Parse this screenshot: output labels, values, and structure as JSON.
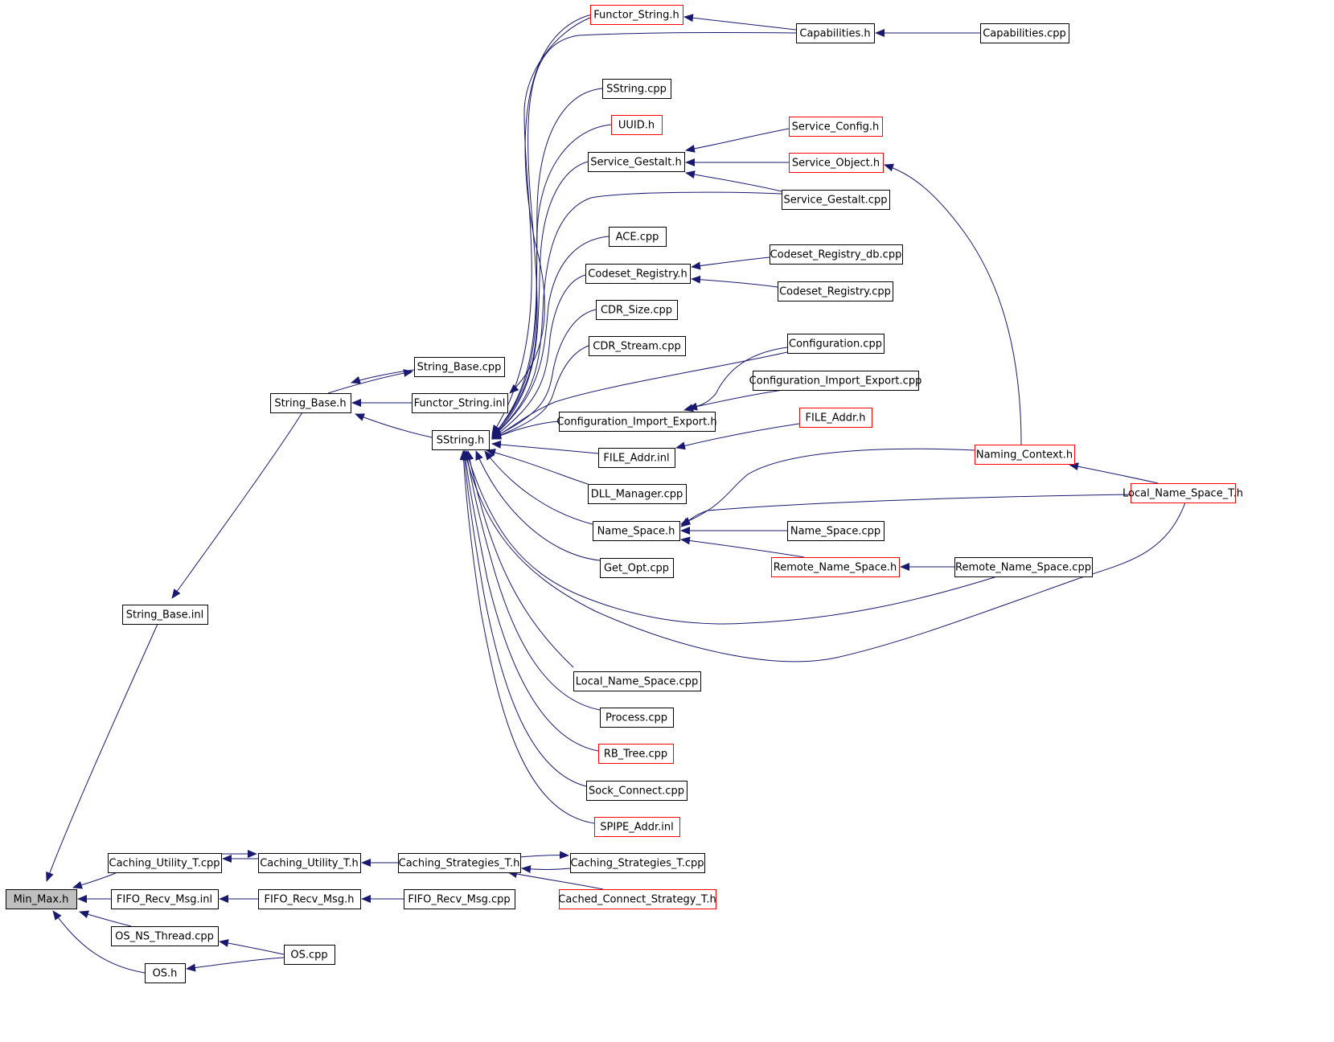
{
  "colors": {
    "edge": "#191970",
    "node_border": "#000000",
    "node_border_red": "#ff0000",
    "root_fill": "#bfbfbf",
    "node_fill": "#ffffff"
  },
  "nodes": {
    "min_max_h": {
      "label": "Min_Max.h",
      "root": true
    },
    "string_base_inl": {
      "label": "String_Base.inl"
    },
    "string_base_h": {
      "label": "String_Base.h"
    },
    "string_base_cpp": {
      "label": "String_Base.cpp"
    },
    "functor_string_inl": {
      "label": "Functor_String.inl"
    },
    "sstring_h": {
      "label": "SString.h"
    },
    "functor_string_h": {
      "label": "Functor_String.h",
      "red": true
    },
    "capabilities_h": {
      "label": "Capabilities.h"
    },
    "capabilities_cpp": {
      "label": "Capabilities.cpp"
    },
    "sstring_cpp": {
      "label": "SString.cpp"
    },
    "uuid_h": {
      "label": "UUID.h",
      "red": true
    },
    "service_gestalt_h": {
      "label": "Service_Gestalt.h"
    },
    "service_config_h": {
      "label": "Service_Config.h",
      "red": true
    },
    "service_object_h": {
      "label": "Service_Object.h",
      "red": true
    },
    "service_gestalt_cpp": {
      "label": "Service_Gestalt.cpp"
    },
    "ace_cpp": {
      "label": "ACE.cpp"
    },
    "codeset_registry_h": {
      "label": "Codeset_Registry.h"
    },
    "codeset_registry_db_cpp": {
      "label": "Codeset_Registry_db.cpp"
    },
    "codeset_registry_cpp": {
      "label": "Codeset_Registry.cpp"
    },
    "cdr_size_cpp": {
      "label": "CDR_Size.cpp"
    },
    "cdr_stream_cpp": {
      "label": "CDR_Stream.cpp"
    },
    "configuration_cpp": {
      "label": "Configuration.cpp"
    },
    "configuration_import_export_cpp": {
      "label": "Configuration_Import_Export.cpp"
    },
    "configuration_import_export_h": {
      "label": "Configuration_Import_Export.h"
    },
    "file_addr_h": {
      "label": "FILE_Addr.h",
      "red": true
    },
    "file_addr_inl": {
      "label": "FILE_Addr.inl"
    },
    "naming_context_h": {
      "label": "Naming_Context.h",
      "red": true
    },
    "dll_manager_cpp": {
      "label": "DLL_Manager.cpp"
    },
    "local_name_space_t_h": {
      "label": "Local_Name_Space_T.h",
      "red": true
    },
    "name_space_h": {
      "label": "Name_Space.h"
    },
    "name_space_cpp": {
      "label": "Name_Space.cpp"
    },
    "get_opt_cpp": {
      "label": "Get_Opt.cpp"
    },
    "remote_name_space_h": {
      "label": "Remote_Name_Space.h",
      "red": true
    },
    "remote_name_space_cpp": {
      "label": "Remote_Name_Space.cpp"
    },
    "local_name_space_cpp": {
      "label": "Local_Name_Space.cpp"
    },
    "process_cpp": {
      "label": "Process.cpp"
    },
    "rb_tree_cpp": {
      "label": "RB_Tree.cpp",
      "red": true
    },
    "sock_connect_cpp": {
      "label": "Sock_Connect.cpp"
    },
    "spipe_addr_inl": {
      "label": "SPIPE_Addr.inl",
      "red": true
    },
    "caching_utility_t_cpp": {
      "label": "Caching_Utility_T.cpp"
    },
    "caching_utility_t_h": {
      "label": "Caching_Utility_T.h"
    },
    "caching_strategies_t_h": {
      "label": "Caching_Strategies_T.h"
    },
    "caching_strategies_t_cpp": {
      "label": "Caching_Strategies_T.cpp"
    },
    "cached_connect_strategy_t_h": {
      "label": "Cached_Connect_Strategy_T.h",
      "red": true
    },
    "fifo_recv_msg_inl": {
      "label": "FIFO_Recv_Msg.inl"
    },
    "fifo_recv_msg_h": {
      "label": "FIFO_Recv_Msg.h"
    },
    "fifo_recv_msg_cpp": {
      "label": "FIFO_Recv_Msg.cpp"
    },
    "os_ns_thread_cpp": {
      "label": "OS_NS_Thread.cpp"
    },
    "os_cpp": {
      "label": "OS.cpp"
    },
    "os_h": {
      "label": "OS.h"
    }
  },
  "edges": [
    {
      "from": "string_base_inl",
      "to": "min_max_h"
    },
    {
      "from": "caching_utility_t_cpp",
      "to": "min_max_h"
    },
    {
      "from": "fifo_recv_msg_inl",
      "to": "min_max_h"
    },
    {
      "from": "os_ns_thread_cpp",
      "to": "min_max_h"
    },
    {
      "from": "os_h",
      "to": "min_max_h"
    },
    {
      "from": "string_base_h",
      "to": "string_base_inl"
    },
    {
      "from": "string_base_cpp",
      "to": "string_base_h"
    },
    {
      "from": "string_base_h",
      "to": "string_base_cpp"
    },
    {
      "from": "functor_string_inl",
      "to": "string_base_h"
    },
    {
      "from": "sstring_h",
      "to": "string_base_h"
    },
    {
      "from": "functor_string_h",
      "to": "functor_string_inl"
    },
    {
      "from": "functor_string_h",
      "to": "sstring_h"
    },
    {
      "from": "capabilities_h",
      "to": "functor_string_h"
    },
    {
      "from": "capabilities_cpp",
      "to": "capabilities_h"
    },
    {
      "from": "capabilities_h",
      "to": "sstring_h"
    },
    {
      "from": "sstring_cpp",
      "to": "sstring_h"
    },
    {
      "from": "uuid_h",
      "to": "sstring_h"
    },
    {
      "from": "service_gestalt_h",
      "to": "sstring_h"
    },
    {
      "from": "service_config_h",
      "to": "service_gestalt_h"
    },
    {
      "from": "service_object_h",
      "to": "service_gestalt_h"
    },
    {
      "from": "service_gestalt_cpp",
      "to": "service_gestalt_h"
    },
    {
      "from": "service_gestalt_cpp",
      "to": "sstring_h"
    },
    {
      "from": "ace_cpp",
      "to": "sstring_h"
    },
    {
      "from": "codeset_registry_h",
      "to": "sstring_h"
    },
    {
      "from": "codeset_registry_db_cpp",
      "to": "codeset_registry_h"
    },
    {
      "from": "codeset_registry_cpp",
      "to": "codeset_registry_h"
    },
    {
      "from": "cdr_size_cpp",
      "to": "sstring_h"
    },
    {
      "from": "cdr_stream_cpp",
      "to": "sstring_h"
    },
    {
      "from": "configuration_cpp",
      "to": "sstring_h"
    },
    {
      "from": "configuration_cpp",
      "to": "configuration_import_export_h"
    },
    {
      "from": "configuration_import_export_cpp",
      "to": "configuration_import_export_h"
    },
    {
      "from": "configuration_import_export_h",
      "to": "sstring_h"
    },
    {
      "from": "file_addr_inl",
      "to": "sstring_h"
    },
    {
      "from": "file_addr_h",
      "to": "file_addr_inl"
    },
    {
      "from": "dll_manager_cpp",
      "to": "sstring_h"
    },
    {
      "from": "name_space_h",
      "to": "sstring_h"
    },
    {
      "from": "naming_context_h",
      "to": "name_space_h"
    },
    {
      "from": "naming_context_h",
      "to": "service_object_h"
    },
    {
      "from": "local_name_space_t_h",
      "to": "name_space_h"
    },
    {
      "from": "local_name_space_t_h",
      "to": "naming_context_h"
    },
    {
      "from": "local_name_space_t_h",
      "to": "sstring_h"
    },
    {
      "from": "name_space_cpp",
      "to": "name_space_h"
    },
    {
      "from": "remote_name_space_h",
      "to": "name_space_h"
    },
    {
      "from": "remote_name_space_cpp",
      "to": "remote_name_space_h"
    },
    {
      "from": "remote_name_space_cpp",
      "to": "sstring_h"
    },
    {
      "from": "get_opt_cpp",
      "to": "sstring_h"
    },
    {
      "from": "local_name_space_cpp",
      "to": "sstring_h"
    },
    {
      "from": "process_cpp",
      "to": "sstring_h"
    },
    {
      "from": "rb_tree_cpp",
      "to": "sstring_h"
    },
    {
      "from": "sock_connect_cpp",
      "to": "sstring_h"
    },
    {
      "from": "spipe_addr_inl",
      "to": "sstring_h"
    },
    {
      "from": "caching_utility_t_h",
      "to": "caching_utility_t_cpp"
    },
    {
      "from": "caching_utility_t_cpp",
      "to": "caching_utility_t_h"
    },
    {
      "from": "caching_strategies_t_h",
      "to": "caching_utility_t_h"
    },
    {
      "from": "caching_strategies_t_h",
      "to": "caching_strategies_t_cpp"
    },
    {
      "from": "caching_strategies_t_cpp",
      "to": "caching_strategies_t_h"
    },
    {
      "from": "cached_connect_strategy_t_h",
      "to": "caching_strategies_t_h"
    },
    {
      "from": "fifo_recv_msg_h",
      "to": "fifo_recv_msg_inl"
    },
    {
      "from": "fifo_recv_msg_cpp",
      "to": "fifo_recv_msg_h"
    },
    {
      "from": "os_cpp",
      "to": "os_ns_thread_cpp"
    },
    {
      "from": "os_cpp",
      "to": "os_h"
    }
  ]
}
